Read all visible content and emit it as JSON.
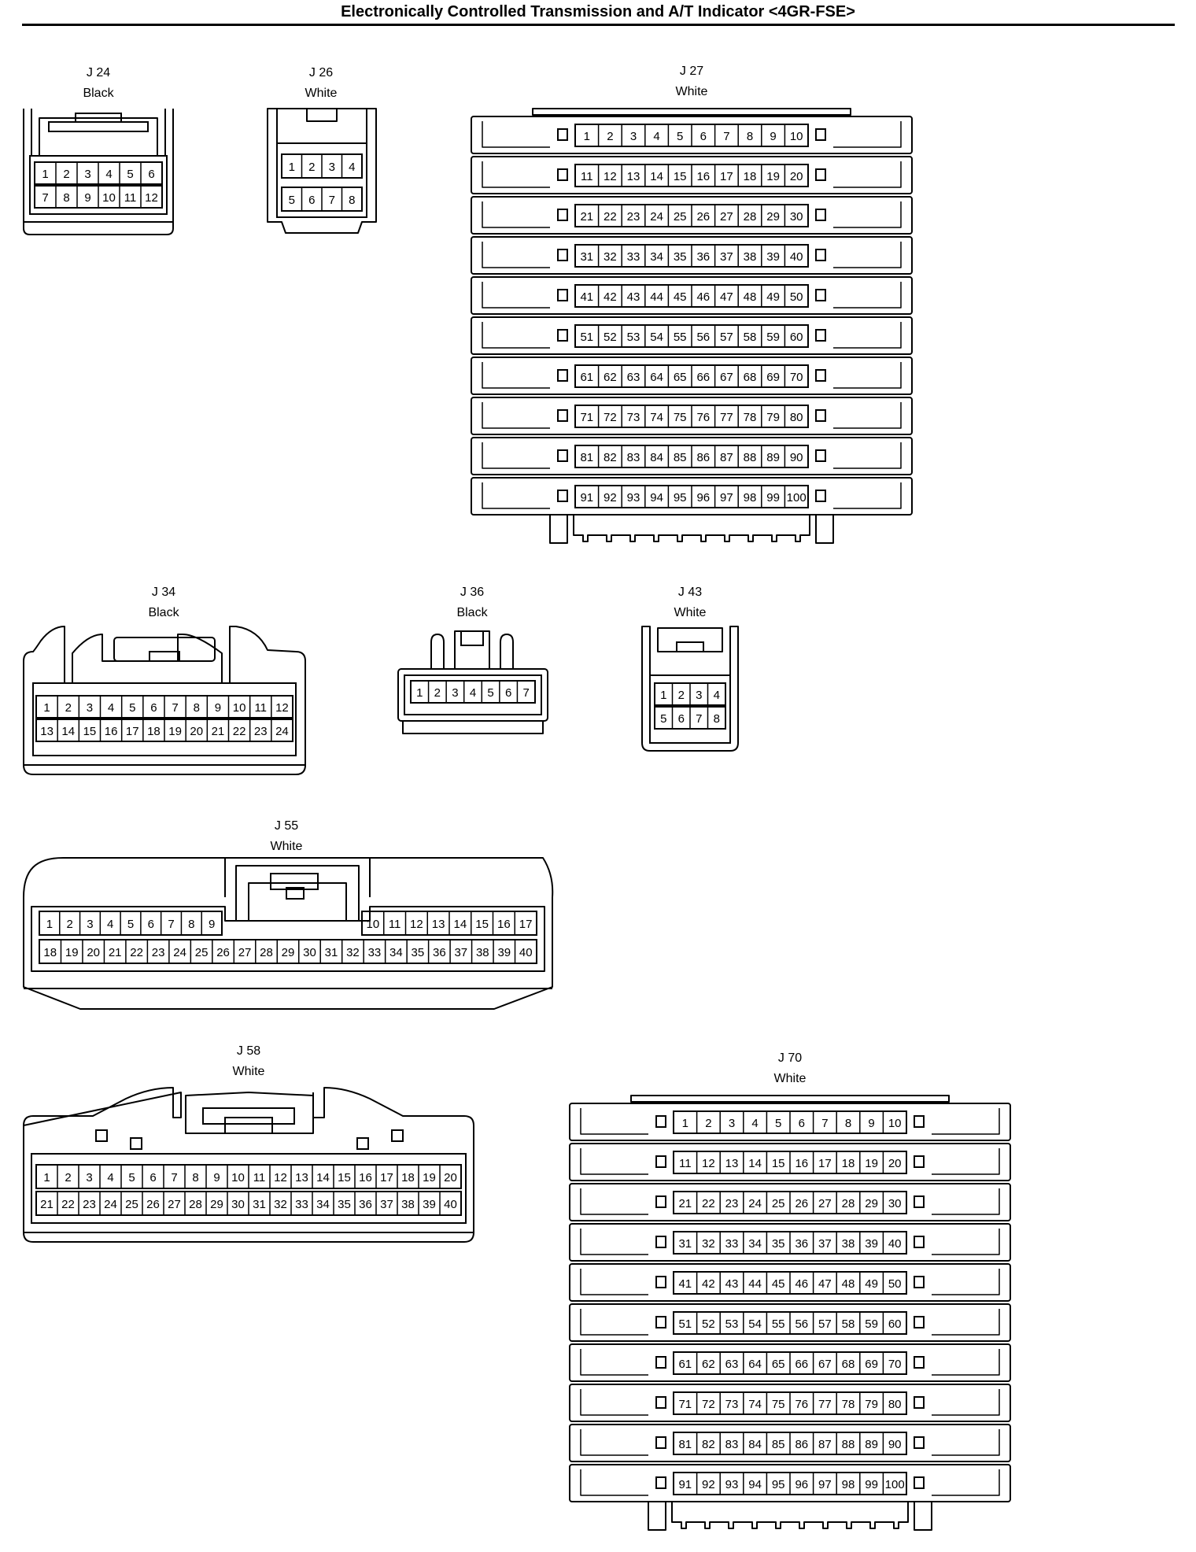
{
  "title": "Electronically Controlled Transmission and A/T Indicator <4GR-FSE>",
  "colors": {
    "line": "#000000",
    "background": "#ffffff"
  },
  "connectors": [
    {
      "id": "J 24",
      "color": "Black",
      "pins": 12
    },
    {
      "id": "J 26",
      "color": "White",
      "pins": 8
    },
    {
      "id": "J 27",
      "color": "White",
      "pins": 100
    },
    {
      "id": "J 34",
      "color": "Black",
      "pins": 24
    },
    {
      "id": "J 36",
      "color": "Black",
      "pins": 7
    },
    {
      "id": "J 43",
      "color": "White",
      "pins": 8
    },
    {
      "id": "J 55",
      "color": "White",
      "pins": 40
    },
    {
      "id": "J 58",
      "color": "White",
      "pins": 40
    },
    {
      "id": "J 70",
      "color": "White",
      "pins": 100
    }
  ]
}
